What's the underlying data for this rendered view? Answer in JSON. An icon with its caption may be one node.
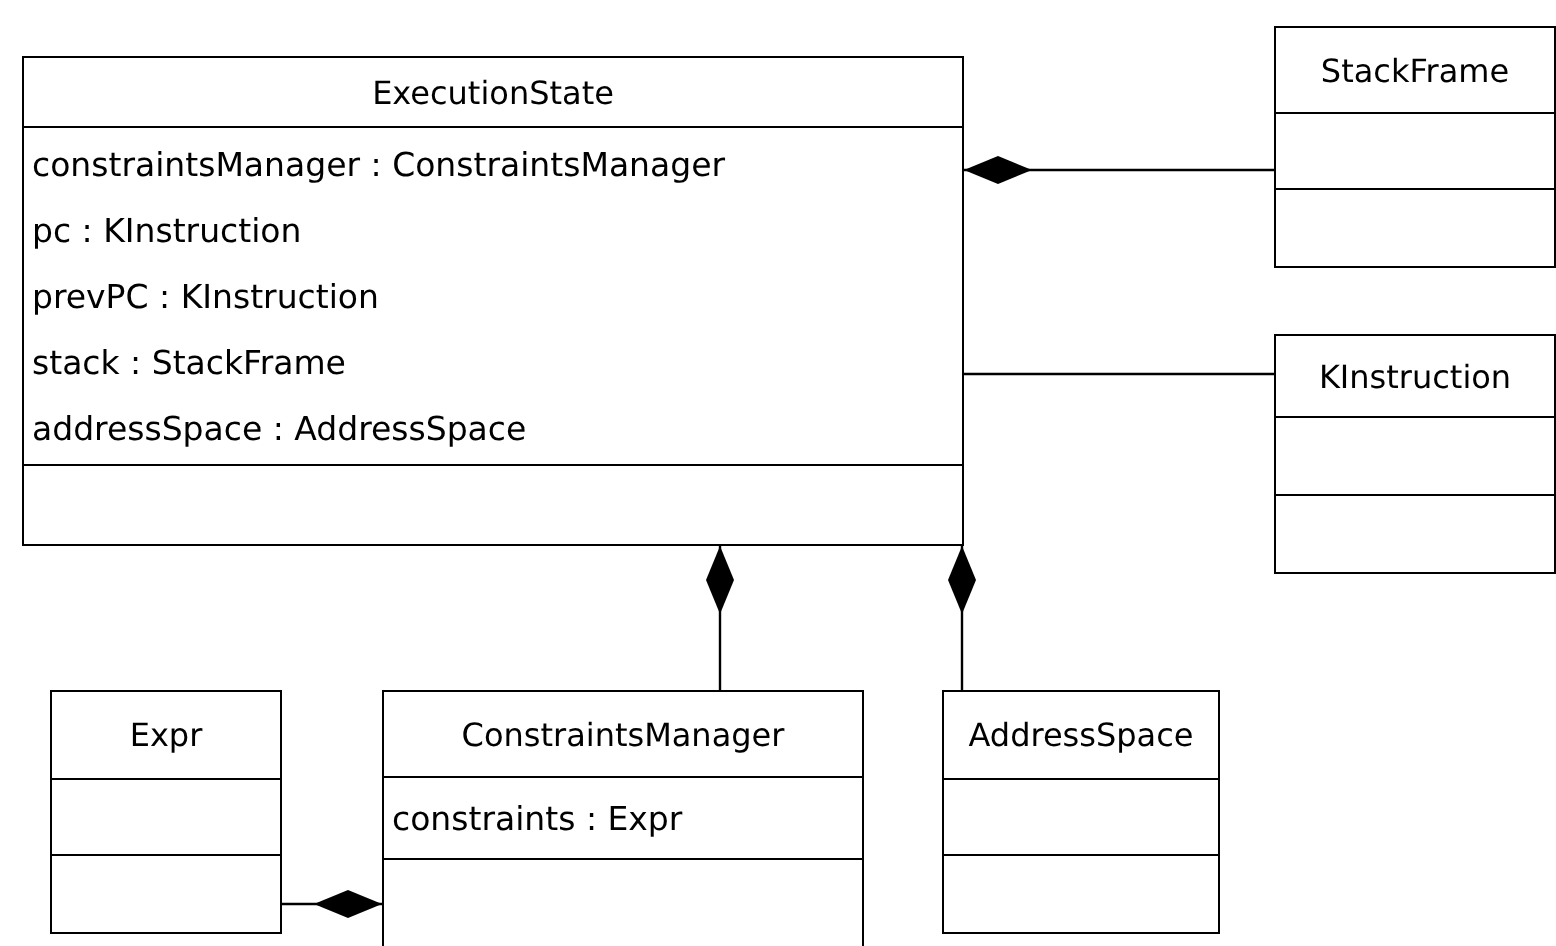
{
  "diagram": {
    "nodes": [
      {
        "text": [
          "ExecutionState",
          "constraintsManager : ConstraintsManager",
          "pc : KInstruction",
          "prevPC : KInstruction",
          "stack : StackFrame",
          "addressSpace : AddressSpace"
        ]
      },
      {
        "text": [
          "StackFrame"
        ]
      },
      {
        "text": [
          "KInstruction"
        ]
      },
      {
        "text": [
          "Expr"
        ]
      },
      {
        "text": [
          "ConstraintsManager",
          "constraints : Expr"
        ]
      },
      {
        "text": [
          "AddressSpace"
        ]
      }
    ],
    "edges": [
      {
        "from": 0,
        "to": 1,
        "arrow": "other"
      },
      {
        "from": 0,
        "to": 2,
        "arrow": "none"
      },
      {
        "from": 0,
        "to": 4,
        "arrow": "other"
      },
      {
        "from": 0,
        "to": 5,
        "arrow": "other"
      },
      {
        "from": 4,
        "to": 3,
        "arrow": "other"
      }
    ]
  }
}
